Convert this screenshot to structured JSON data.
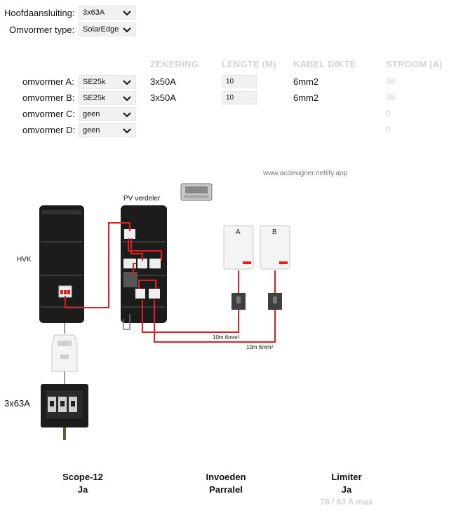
{
  "main_connection": {
    "label": "Hoofdaansluiting:",
    "value": "3x63A"
  },
  "inverter_type": {
    "label": "Omvormer type:",
    "value": "SolarEdge"
  },
  "table": {
    "headers": [
      "ZEKERING",
      "LENGTE (M)",
      "KABEL DIKTE",
      "STROOM (A)"
    ],
    "rows": [
      {
        "label": "omvormer A:",
        "model": "SE25k",
        "fuse": "3x50A",
        "length": "10",
        "cable": "6mm2",
        "current": "38"
      },
      {
        "label": "omvormer B:",
        "model": "SE25k",
        "fuse": "3x50A",
        "length": "10",
        "cable": "6mm2",
        "current": "38"
      },
      {
        "label": "omvormer C:",
        "model": "geen",
        "fuse": "",
        "length": "",
        "cable": "",
        "current": "0"
      },
      {
        "label": "omvormer D:",
        "model": "geen",
        "fuse": "",
        "length": "",
        "cable": "",
        "current": "0"
      }
    ]
  },
  "diagram": {
    "watermark": "www.acdesigner.netlify.app",
    "pv_label": "PV verdeler",
    "hvk_label": "HVK",
    "inverter_a": "A",
    "inverter_b": "B",
    "cable_a": "10m 6mm²",
    "cable_b": "10m 6mm²",
    "main_fuse": "3x63A"
  },
  "summary": {
    "scope": {
      "title": "Scope-12",
      "value": "Ja"
    },
    "feed": {
      "title": "Invoeden",
      "value": "Parralel"
    },
    "limiter": {
      "title": "Limiter",
      "value": "Ja",
      "note": "76 / 63 A max"
    }
  },
  "colors": {
    "wire": "#e02020",
    "cabinet": "#1c1c1c",
    "header_grey": "#d3d3d3"
  }
}
